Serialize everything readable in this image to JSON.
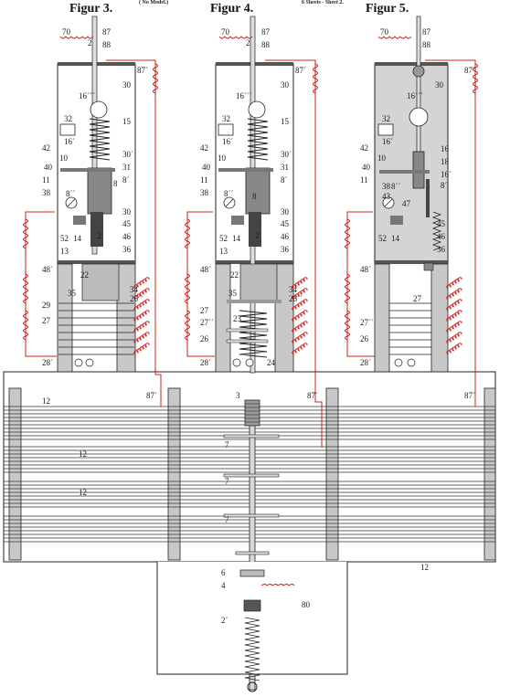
{
  "header": {
    "fig3": "Figur 3.",
    "fig4": "Figur 4.",
    "fig5": "Figur 5.",
    "no_model": "( No Model.)",
    "sheets": "6 Sheets - Sheet 2."
  },
  "colors": {
    "wire": "#d0201c",
    "frame": "#c8c8c8",
    "line": "#222222"
  },
  "labels": {
    "l70": "70",
    "l87": "87",
    "l2": "2",
    "l88": "88",
    "l87p": "87´",
    "l30": "30",
    "l16ppp": "16´´´",
    "l15": "15",
    "l32": "32",
    "l16p": "16´",
    "l42": "42",
    "l30p": "30´",
    "l10": "10",
    "l31": "31",
    "l40": "40",
    "l11": "11",
    "l8": "8",
    "l8p": "8´",
    "l38": "38",
    "l8pp": "8´´",
    "l45": "45",
    "l52": "52",
    "l14": "14",
    "l46": "46",
    "l13": "13",
    "l36": "36",
    "l48p": "48´",
    "l22": "22",
    "l34": "34",
    "l35": "35",
    "l26pp": "26´´",
    "l29": "29",
    "l27": "27",
    "l27pp": "27´´",
    "l23": "23",
    "l26": "26",
    "l28p": "28´",
    "l24": "24",
    "l16": "16",
    "l18": "18",
    "l43": "43",
    "l47": "47",
    "l12": "12",
    "l3": "3",
    "l7": "7",
    "l6": "6",
    "l4": "4",
    "l80": "80",
    "l2p": "2´"
  }
}
